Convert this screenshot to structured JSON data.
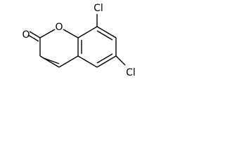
{
  "molecule": {
    "atoms": {
      "carbonyl_oxygen": "O",
      "ring_oxygen": "O",
      "chlorine_8": "Cl",
      "chlorine_6": "Cl"
    },
    "colors": {
      "bond": "#000000",
      "label": "#000000",
      "background": "#ffffff"
    }
  }
}
